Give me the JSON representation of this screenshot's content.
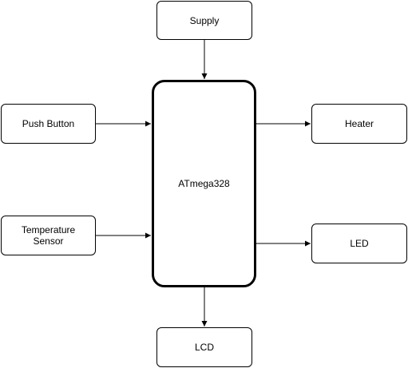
{
  "diagram": {
    "blocks": {
      "supply": "Supply",
      "push_button": "Push Button",
      "temperature_sensor_line1": "Temperature",
      "temperature_sensor_line2": "Sensor",
      "microcontroller": "ATmega328",
      "heater": "Heater",
      "led": "LED",
      "lcd": "LCD"
    },
    "connections": [
      {
        "from": "Supply",
        "to": "ATmega328"
      },
      {
        "from": "Push Button",
        "to": "ATmega328"
      },
      {
        "from": "Temperature Sensor",
        "to": "ATmega328"
      },
      {
        "from": "ATmega328",
        "to": "Heater"
      },
      {
        "from": "ATmega328",
        "to": "LED"
      },
      {
        "from": "ATmega328",
        "to": "LCD"
      }
    ],
    "colors": {
      "line": "#000000",
      "block_fill": "#ffffff"
    }
  }
}
